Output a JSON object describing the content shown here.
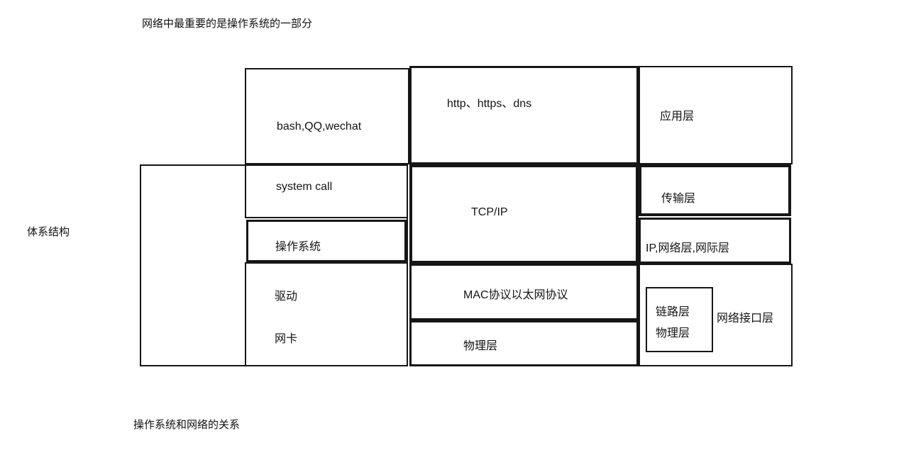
{
  "annotations": {
    "top_note": "网络中最重要的是操作系统的一部分",
    "left_note": "体系结构",
    "bottom_note": "操作系统和网络的关系"
  },
  "diagram": {
    "apps": "bash,QQ,wechat",
    "app_protocols": "http、https、dns",
    "app_layer": "应用层",
    "system_call": "system call",
    "os": "操作系统",
    "tcpip": "TCP/IP",
    "transport_layer": "传输层",
    "ip_layer": "IP,网络层,网际层",
    "driver": "驱动",
    "nic": "网卡",
    "mac_protocol": "MAC协议以太网协议",
    "physical_layer": "物理层",
    "network_interface_layer": "网络接口层",
    "link_layer_inner": "链路层",
    "physical_layer_inner": "物理层"
  }
}
